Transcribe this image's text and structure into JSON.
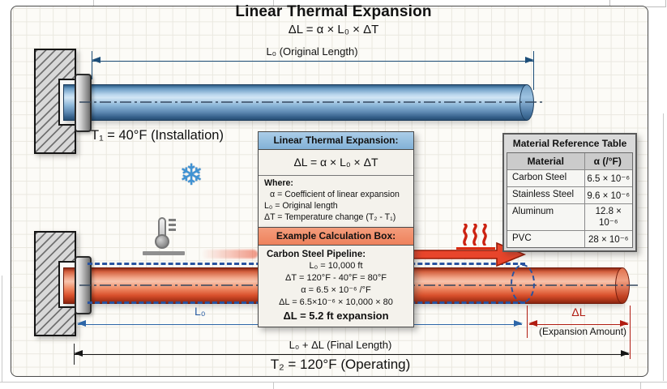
{
  "title": "Linear Thermal Expansion",
  "formula": "ΔL = α × L₀ × ΔT",
  "top_section": {
    "dim_label": "L₀ (Original Length)",
    "temp_label": "T₁ = 40°F (Installation)",
    "snowflake_glyph": "❄"
  },
  "formula_box": {
    "header": "Linear Thermal Expansion:",
    "formula": "ΔL = α × L₀ × ΔT",
    "where_label": "Where:",
    "def_alpha": "α = Coefficient of linear expansion",
    "def_l0": "L₀ = Original length",
    "def_dt": "ΔT = Temperature change (T₂ - T₁)"
  },
  "material_table": {
    "title": "Material Reference Table",
    "col_material": "Material",
    "col_alpha": "α (/°F)",
    "rows": [
      {
        "material": "Carbon Steel",
        "alpha": "6.5 × 10⁻⁶"
      },
      {
        "material": "Stainless Steel",
        "alpha": "9.6 × 10⁻⁶"
      },
      {
        "material": "Aluminum",
        "alpha": "12.8 × 10⁻⁶"
      },
      {
        "material": "PVC",
        "alpha": "28 × 10⁻⁶"
      }
    ]
  },
  "example_box": {
    "header": "Example Calculation Box:",
    "subject": "Carbon Steel Pipeline:",
    "line1": "L₀ = 10,000 ft",
    "line2": "ΔT = 120°F - 40°F = 80°F",
    "line3": "α = 6.5 × 10⁻⁶ /°F",
    "line4": "ΔL = 6.5×10⁻⁶ × 10,000 × 80",
    "result": "ΔL = 5.2 ft expansion"
  },
  "bottom_section": {
    "l0_label": "L₀",
    "dl_label": "ΔL",
    "expansion_label": "(Expansion Amount)",
    "final_label": "L₀ + ΔL (Final Length)",
    "temp_label": "T₂ = 120°F (Operating)"
  },
  "colors": {
    "cold_pipe_blue": "#7fb0d8",
    "hot_pipe_red": "#e8573a",
    "dashed_outline_blue": "#2853a0",
    "dim_blue": "#2d66a8",
    "dim_red": "#b11d12",
    "dim_dark": "#1d4e79",
    "formula_header_blue": "#8fbede",
    "example_header_orange": "#f08a66"
  }
}
